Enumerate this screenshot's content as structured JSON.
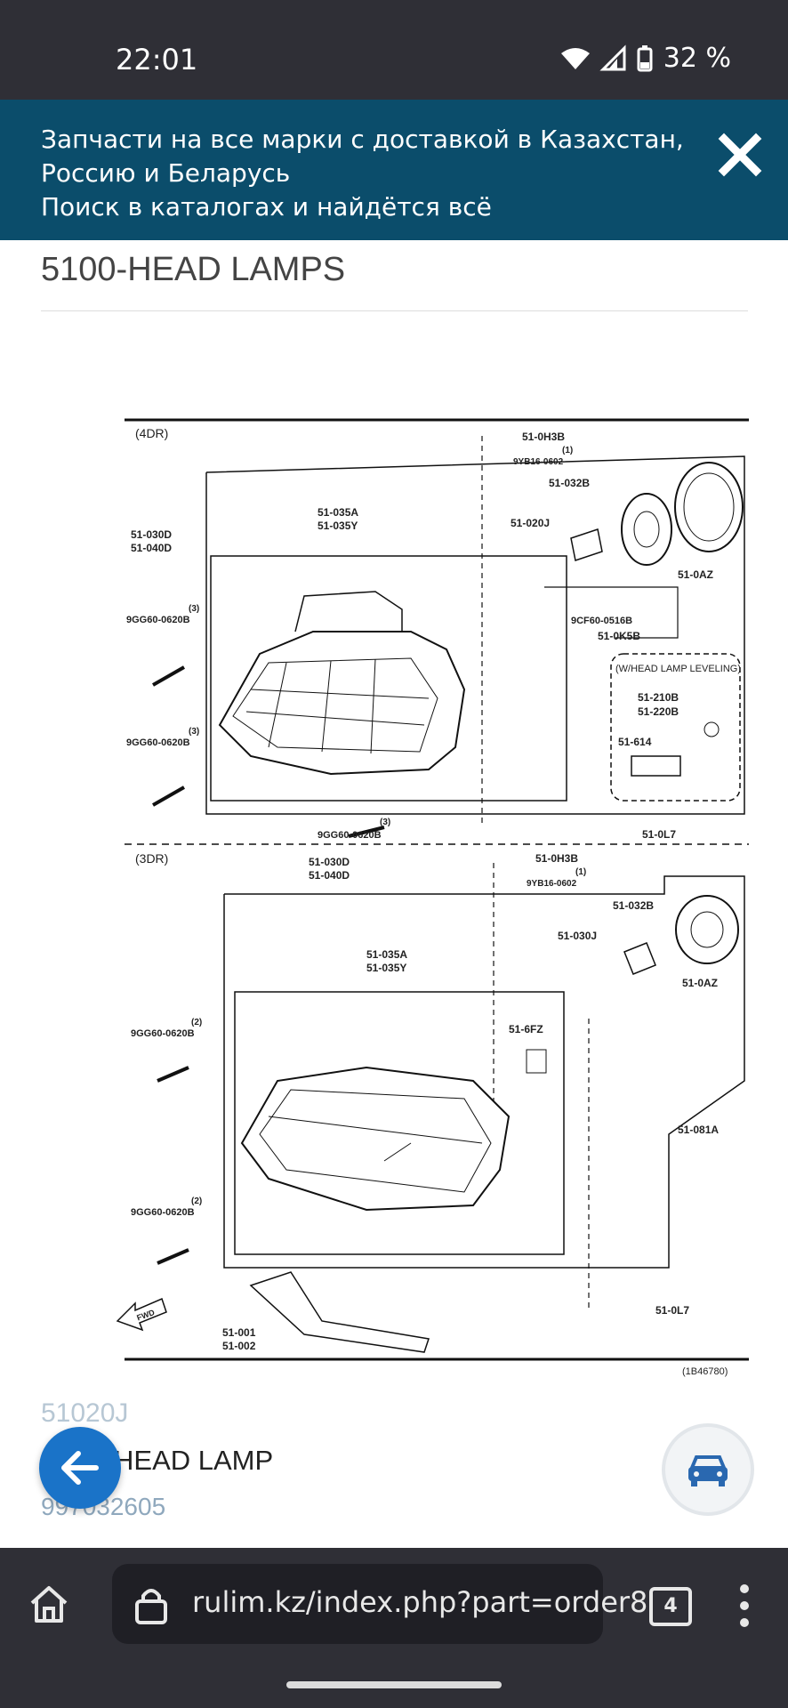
{
  "status_bar": {
    "time": "22:01",
    "battery": "32 %"
  },
  "banner": {
    "line1": "Запчасти на все марки с доставкой в Казахстан,",
    "line2": "Россию и Беларусь",
    "line3": "Поиск в каталогах и найдётся всё"
  },
  "page": {
    "title": "5100-HEAD LAMPS"
  },
  "diagram": {
    "sections": [
      "(4DR)",
      "(3DR)"
    ],
    "labels_4dr": {
      "bolt_top": "51-0H3B",
      "qty1": "(1)",
      "bolt_top_code": "9YB16-0602",
      "socket": "51-032B",
      "cover": "51-0AZ",
      "bulb": "51-020J",
      "unit_a": "51-035A",
      "unit_y": "51-035Y",
      "housing_d": "51-030D",
      "housing_d2": "51-040D",
      "qty3": "(3)",
      "screw": "9GG60-0620B",
      "screw2": "9CF60-0516B",
      "adjuster": "51-0K5B",
      "leveling": "(W/HEAD LAMP LEVELING)",
      "lev1": "51-210B",
      "lev2": "51-220B",
      "lev3": "51-614",
      "clip": "51-0L7"
    },
    "labels_3dr": {
      "housing_d": "51-030D",
      "housing_d2": "51-040D",
      "bolt_top": "51-0H3B",
      "qty1": "(1)",
      "bolt_top_code": "9YB16-0602",
      "socket": "51-032B",
      "bulb": "51-030J",
      "cover": "51-0AZ",
      "unit_a": "51-035A",
      "unit_y": "51-035Y",
      "qty2": "(2)",
      "screw": "9GG60-0620B",
      "harness": "51-6FZ",
      "retainer": "51-081A",
      "clip": "51-0L7",
      "mould1": "51-001",
      "mould2": "51-002",
      "fwd": "FWD",
      "ref": "(1B46780)"
    }
  },
  "part": {
    "code": "51020J",
    "name": "HEAD LAMP",
    "number": "997032605"
  },
  "browser": {
    "url": "rulim.kz/index.php?part=order8",
    "tabs": "4"
  },
  "icons": [
    "wifi-icon",
    "signal-icon",
    "battery-icon",
    "close-icon",
    "back-arrow-icon",
    "car-icon",
    "home-icon",
    "lock-icon",
    "tabs-icon",
    "more-icon"
  ]
}
